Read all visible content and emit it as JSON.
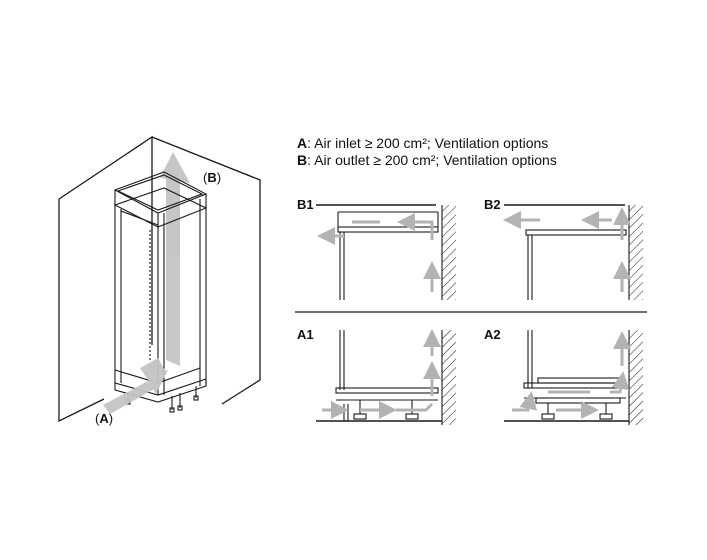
{
  "legend": {
    "a_key": "A",
    "a_text": ": Air inlet ≥ 200 cm²; Ventilation options",
    "b_key": "B",
    "b_text": ": Air outlet ≥ 200 cm²; Ventilation options"
  },
  "callouts": {
    "b_open": "(",
    "b_key": "B",
    "b_close": ")",
    "a_open": "(",
    "a_key": "A",
    "a_close": ")"
  },
  "panels": {
    "b1": "B1",
    "b2": "B2",
    "a1": "A1",
    "a2": "A2"
  },
  "colors": {
    "line": "#1a1a1a",
    "arrow": "#b3b3b3",
    "arrow_light": "#c9c9c9"
  }
}
